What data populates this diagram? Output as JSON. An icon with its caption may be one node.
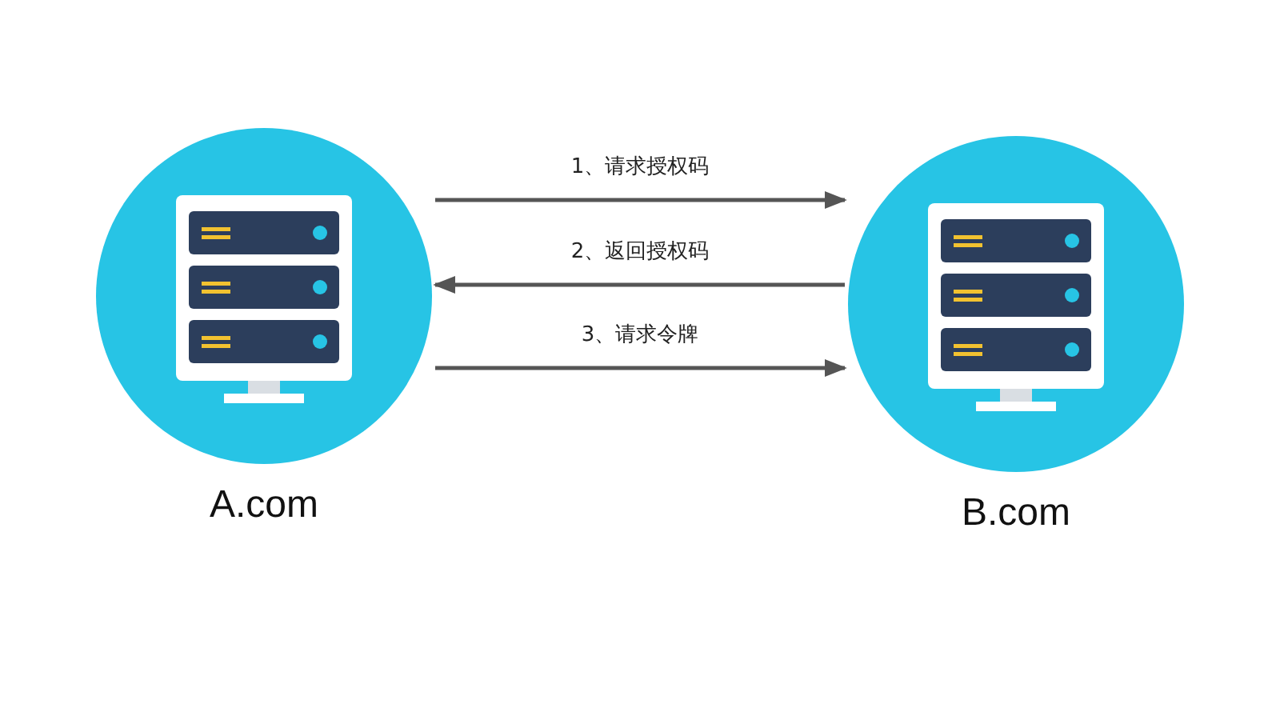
{
  "diagram": {
    "nodes": [
      {
        "text": [
          "A.com"
        ]
      },
      {
        "text": [
          "B.com"
        ]
      }
    ],
    "edges": [
      {
        "from": 0,
        "to": 1,
        "arrow": "to",
        "label": "1、请求授权码"
      },
      {
        "from": 1,
        "to": 0,
        "arrow": "to",
        "label": "2、返回授权码"
      },
      {
        "from": 0,
        "to": 1,
        "arrow": "to",
        "label": "3、请求令牌"
      }
    ]
  }
}
